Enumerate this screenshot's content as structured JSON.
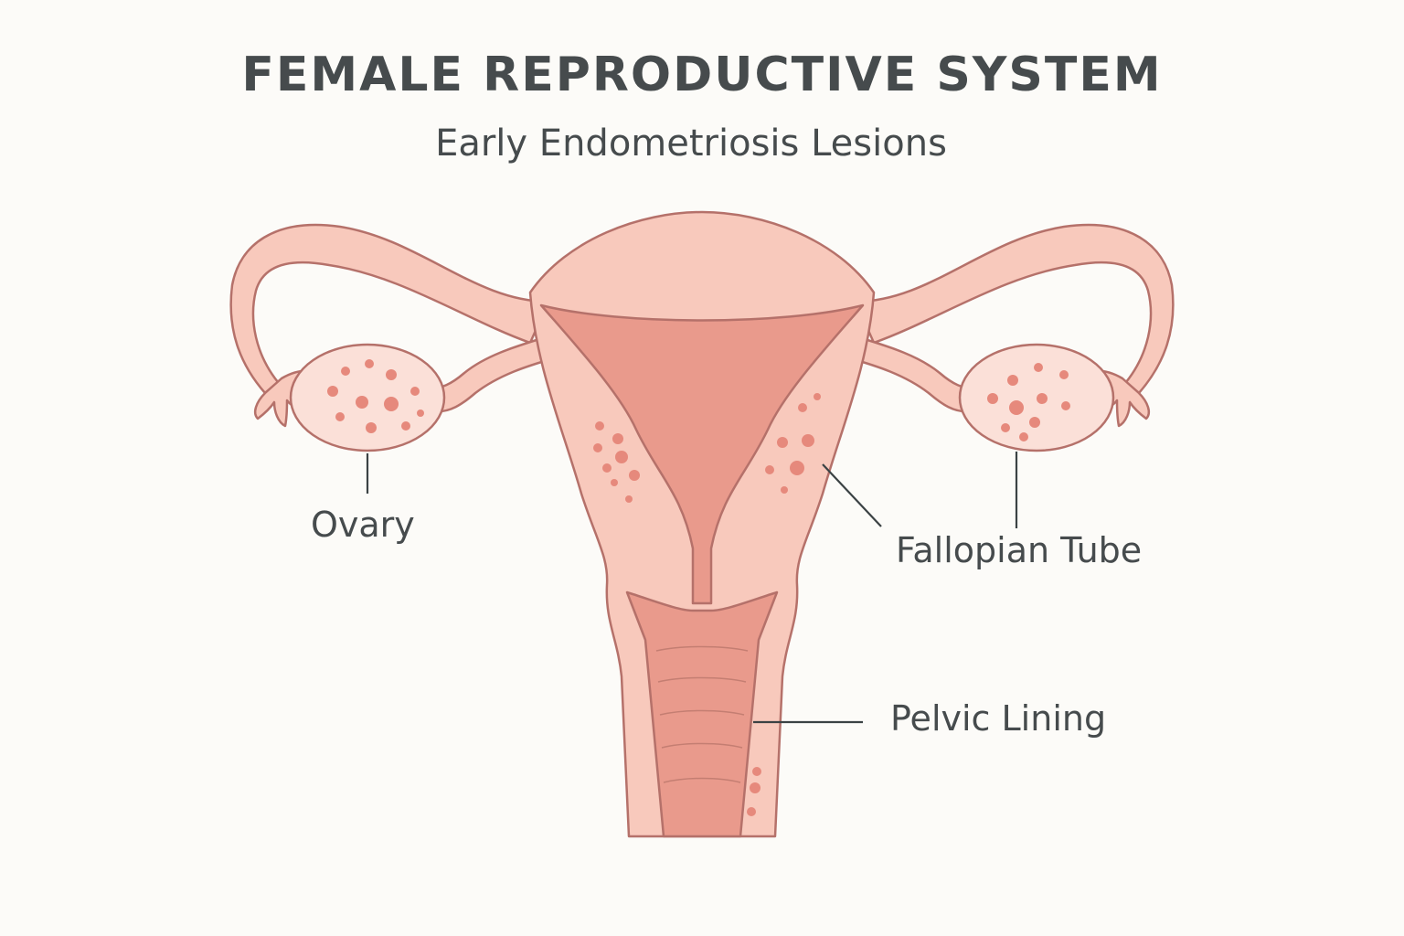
{
  "header": {
    "title": "FEMALE REPRODUCTIVE SYSTEM",
    "subtitle": "Early Endometriosis Lesions"
  },
  "labels": {
    "ovary": "Ovary",
    "fallopian_tube": "Fallopian Tube",
    "pelvic_lining": "Pelvic Lining"
  },
  "colors": {
    "background": "#fcfbf8",
    "tissue": "#f8c9bc",
    "cavity": "#e99a8c",
    "outline": "#b5716a",
    "lesion": "#e6897c",
    "text": "#464b4d"
  }
}
